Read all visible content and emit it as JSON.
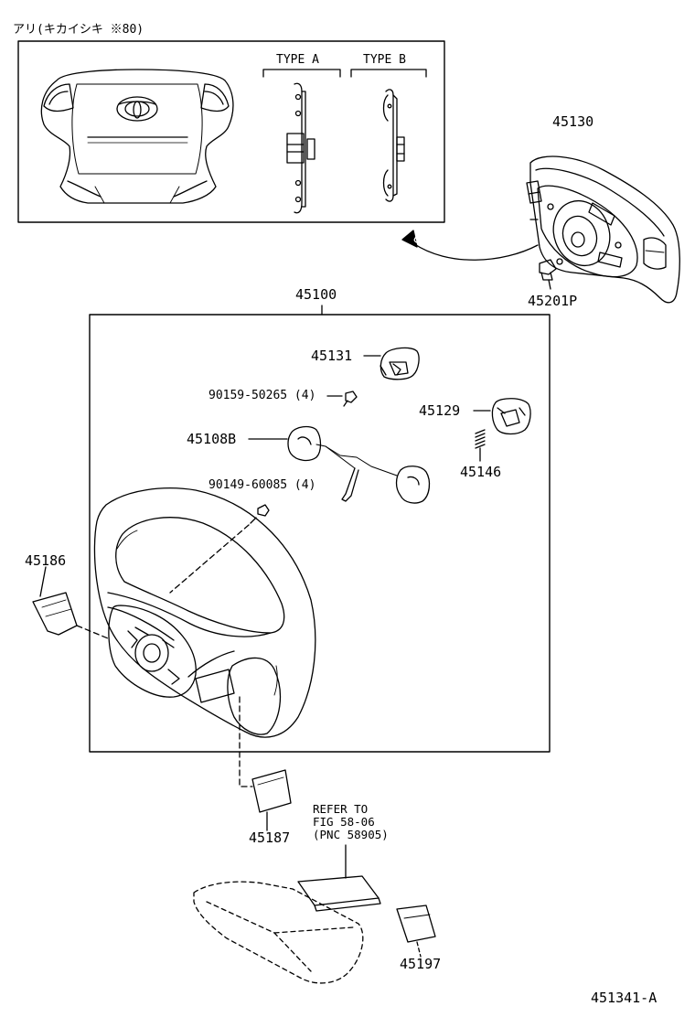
{
  "inset": {
    "caption": "アリ(キカイシキ ※80)",
    "type_a_label": "TYPE A",
    "type_b_label": "TYPE B"
  },
  "parts": {
    "airbag_assy": "45130",
    "screw_airbag": "45201P",
    "steering_wheel_assy": "45100",
    "cover_upper": "45131",
    "screw_upper": "90159-50265 (4)",
    "cover_right": "45129",
    "switch_assy": "45108B",
    "spring": "45146",
    "screw_lower": "90149-60085 (4)",
    "cover_left": "45186",
    "cover_lower": "45187",
    "pad": "45197"
  },
  "reference_note": {
    "line1": "REFER TO",
    "line2": "FIG 58-06",
    "line3": "(PNC 58905)"
  },
  "figure_code": "451341-A"
}
